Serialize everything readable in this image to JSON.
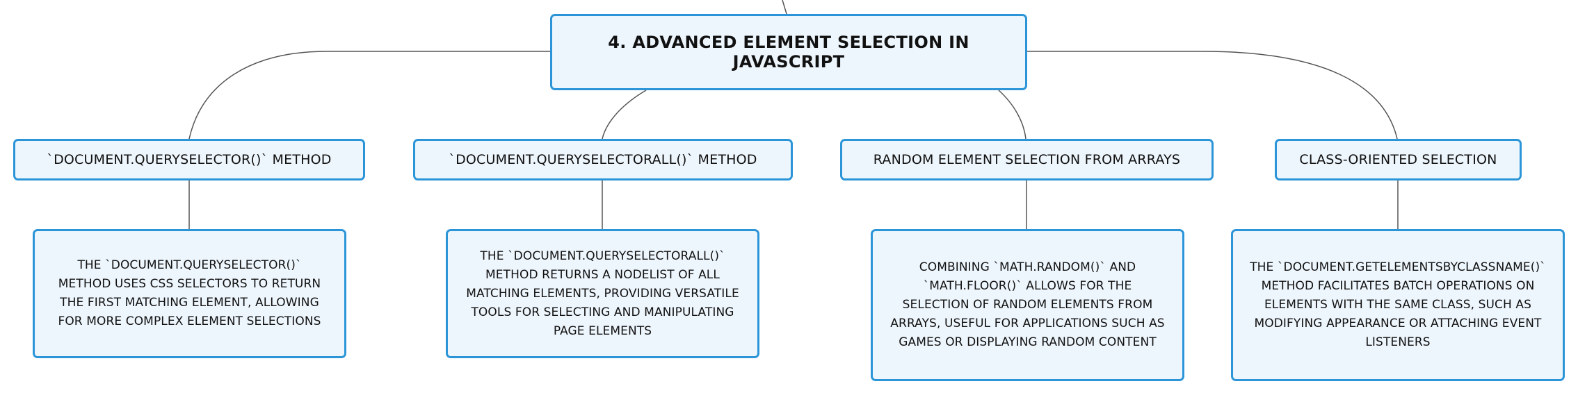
{
  "mindmap": {
    "root": {
      "label": "4. ADVANCED ELEMENT SELECTION IN JAVASCRIPT"
    },
    "branches": [
      {
        "label": "`DOCUMENT.QUERYSELECTOR()` METHOD",
        "detail": "THE `DOCUMENT.QUERYSELECTOR()` METHOD USES CSS SELECTORS TO RETURN THE FIRST MATCHING ELEMENT, ALLOWING FOR MORE COMPLEX ELEMENT SELECTIONS"
      },
      {
        "label": "`DOCUMENT.QUERYSELECTORALL()` METHOD",
        "detail": "THE `DOCUMENT.QUERYSELECTORALL()` METHOD RETURNS A NODELIST OF ALL MATCHING ELEMENTS, PROVIDING VERSATILE TOOLS FOR SELECTING AND MANIPULATING PAGE ELEMENTS"
      },
      {
        "label": "RANDOM ELEMENT SELECTION FROM ARRAYS",
        "detail": "COMBINING `MATH.RANDOM()` AND `MATH.FLOOR()` ALLOWS FOR THE SELECTION OF RANDOM ELEMENTS FROM ARRAYS, USEFUL FOR APPLICATIONS SUCH AS GAMES OR DISPLAYING RANDOM CONTENT"
      },
      {
        "label": "CLASS-ORIENTED SELECTION",
        "detail": "THE `DOCUMENT.GETELEMENTSBYCLASSNAME()` METHOD FACILITATES BATCH OPERATIONS ON ELEMENTS WITH THE SAME CLASS, SUCH AS MODIFYING APPEARANCE OR ATTACHING EVENT LISTENERS"
      }
    ]
  },
  "colors": {
    "node_border": "#2b95d8",
    "node_fill": "#eef6fd",
    "connector": "#555555"
  }
}
